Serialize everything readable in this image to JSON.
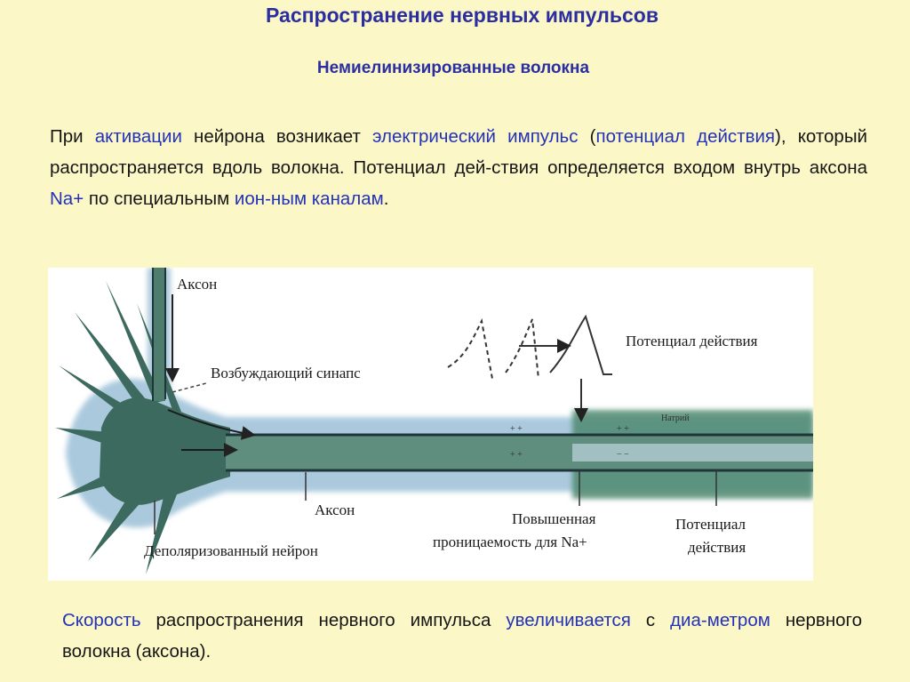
{
  "title": "Распространение нервных импульсов",
  "subtitle": "Немиелинизированные волокна",
  "paragraph1": {
    "t1": "При ",
    "h1": "активации",
    "t2": " нейрона возникает ",
    "h2": "электрический импульс",
    "t3": " (",
    "h3": "потенциал действия",
    "t4": "), который распространяется вдоль волокна. Потенциал дей-ствия определяется входом внутрь аксона ",
    "h4": "Na+",
    "t5": " по специальным ",
    "h5": "ион-ным каналам",
    "t6": "."
  },
  "figure": {
    "labels": {
      "axon_top": "Аксон",
      "synapse": "Возбуждающий синапс",
      "action_potential_top": "Потенциал действия",
      "axon_bottom": "Аксон",
      "depolarized": "Деполяризованный нейрон",
      "permeability_1": "Повышенная",
      "permeability_2": "проницаемость для Na+",
      "action_potential_bottom_1": "Потенциал",
      "action_potential_bottom_2": "действия",
      "sodium": "Натрий",
      "charge_plus": "+ +",
      "charge_minus": "− −"
    },
    "colors": {
      "neuron": "#3d6a5e",
      "glow": "#8fb8d2",
      "axon_fill": "#5f8d7e",
      "axon_line": "#20353a"
    }
  },
  "paragraph2": {
    "h1": "Скорость",
    "t1": " распространения нервного импульса ",
    "h2": "увеличивается",
    "t2": " с ",
    "h3": "диа-метром",
    "t3": " нервного волокна (аксона)."
  }
}
